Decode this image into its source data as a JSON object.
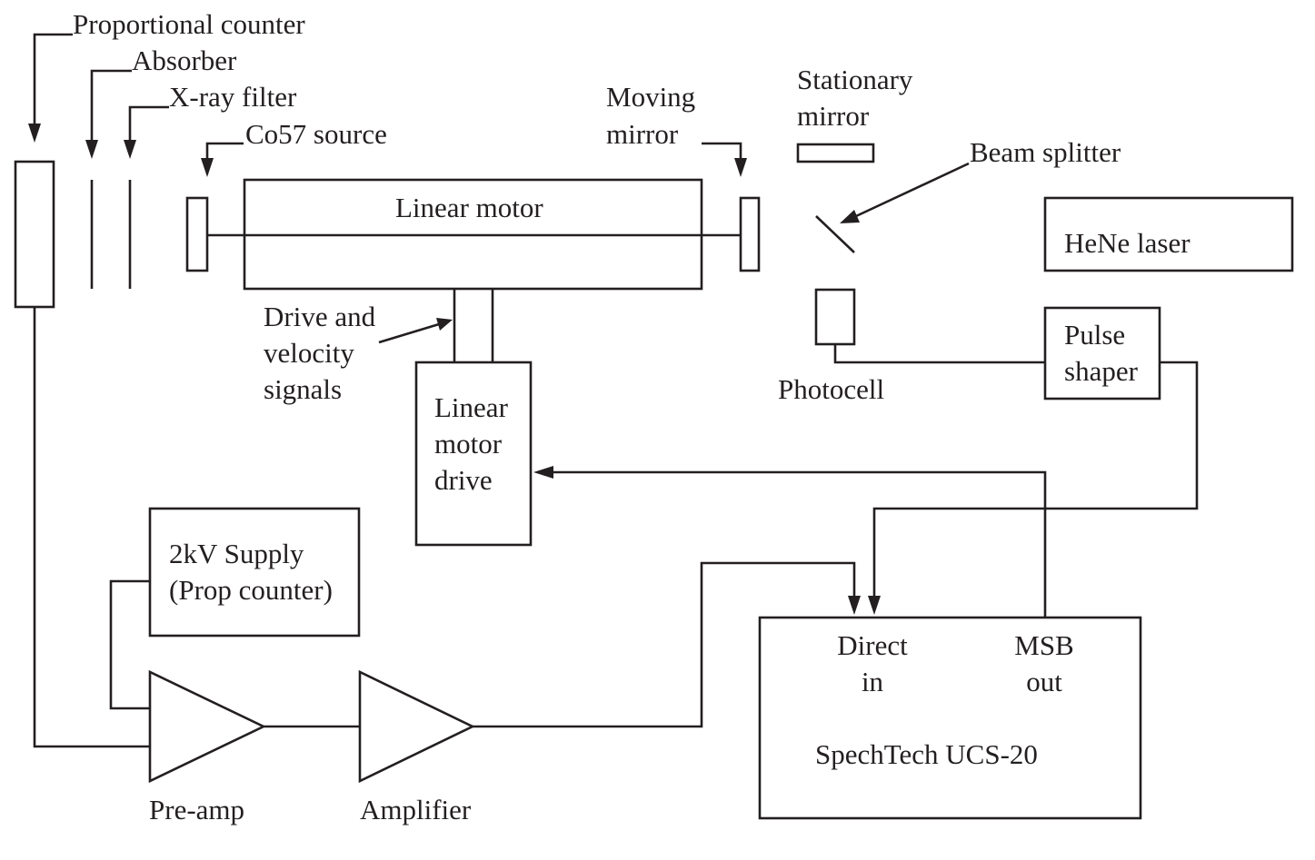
{
  "labels": {
    "proportional_counter": "Proportional counter",
    "absorber": "Absorber",
    "xray_filter": "X-ray filter",
    "co57_source": "Co57 source",
    "moving_mirror_1": "Moving",
    "moving_mirror_2": "mirror",
    "stationary_mirror_1": "Stationary",
    "stationary_mirror_2": "mirror",
    "beam_splitter": "Beam splitter",
    "linear_motor": "Linear motor",
    "hene_laser": "HeNe laser",
    "drive_signals_1": "Drive and",
    "drive_signals_2": "velocity",
    "drive_signals_3": "signals",
    "photocell": "Photocell",
    "pulse_shaper_1": "Pulse",
    "pulse_shaper_2": "shaper",
    "motor_drive_1": "Linear",
    "motor_drive_2": "motor",
    "motor_drive_3": "drive",
    "supply_1": "2kV Supply",
    "supply_2": "(Prop counter)",
    "direct_in_1": "Direct",
    "direct_in_2": "in",
    "msb_out_1": "MSB",
    "msb_out_2": "out",
    "spechtech": "SpechTech UCS-20",
    "preamp": "Pre-amp",
    "amplifier": "Amplifier"
  }
}
